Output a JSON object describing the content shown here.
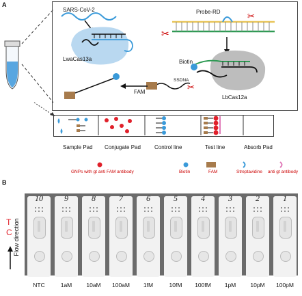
{
  "panel_a": {
    "label": "A",
    "sars": "SARS-CoV-2",
    "probe": "Probe-RD",
    "lwacas": "LwaCas13a",
    "lbcas": "LbCas12a",
    "biotin": "Biotin",
    "ssdna": "SSDNA",
    "fam": "FAM",
    "pads": [
      "Sample Pad",
      "Conjugate Pad",
      "Control line",
      "Test line",
      "Absorb Pad"
    ],
    "legend": [
      "GNPs with gt anti FAM antibody",
      "Biotin",
      "FAM",
      "Streptavidine",
      "anti gt antibody"
    ]
  },
  "panel_b": {
    "label": "B",
    "t_label": "T",
    "c_label": "C",
    "flow": "Flow direction",
    "strip_numbers": [
      "10",
      "9",
      "8",
      "7",
      "6",
      "5",
      "4",
      "3",
      "2",
      "1"
    ],
    "concentrations": [
      "NTC",
      "1aM",
      "10aM",
      "100aM",
      "1fM",
      "10fM",
      "100fM",
      "1pM",
      "10pM",
      "100pM"
    ]
  },
  "colors": {
    "red": "#e0202a",
    "blue": "#3a9ad9",
    "brown": "#a77b4c",
    "pink": "#e07ab8",
    "cas_blue": "#b9d8f0",
    "cas_gray": "#bdbdbd",
    "green": "#2f9a54",
    "yellow": "#e8c55a"
  }
}
